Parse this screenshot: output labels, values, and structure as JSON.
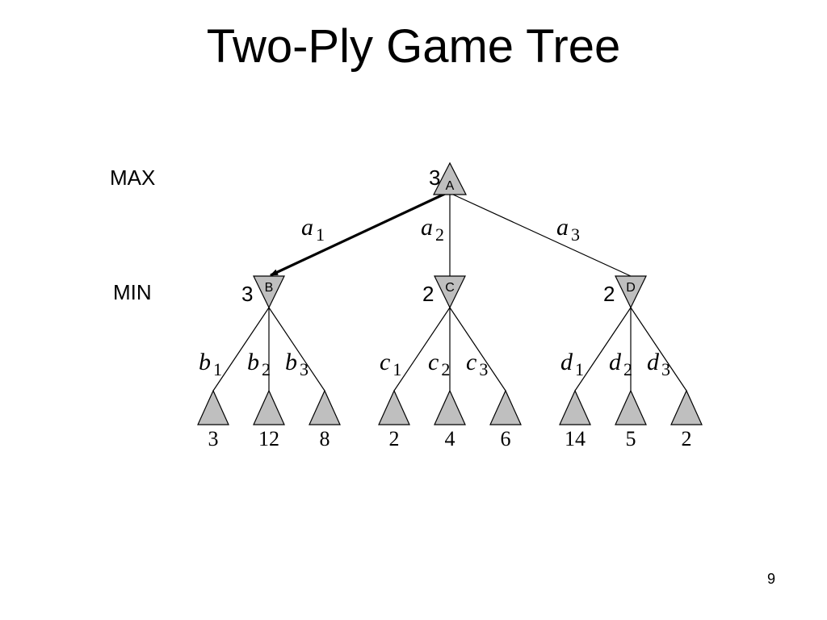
{
  "title": "Two-Ply Game Tree",
  "page_number": "9",
  "levels": {
    "max": "MAX",
    "min": "MIN"
  },
  "root": {
    "label": "A",
    "value": "3"
  },
  "min_nodes": [
    {
      "label": "B",
      "value": "3",
      "edge": {
        "letter": "a",
        "sub": "1"
      },
      "best_move": true
    },
    {
      "label": "C",
      "value": "2",
      "edge": {
        "letter": "a",
        "sub": "2"
      },
      "best_move": false
    },
    {
      "label": "D",
      "value": "2",
      "edge": {
        "letter": "a",
        "sub": "3"
      },
      "best_move": false
    }
  ],
  "leaf_groups": [
    [
      {
        "letter": "b",
        "sub": "1",
        "value": "3"
      },
      {
        "letter": "b",
        "sub": "2",
        "value": "12"
      },
      {
        "letter": "b",
        "sub": "3",
        "value": "8"
      }
    ],
    [
      {
        "letter": "c",
        "sub": "1",
        "value": "2"
      },
      {
        "letter": "c",
        "sub": "2",
        "value": "4"
      },
      {
        "letter": "c",
        "sub": "3",
        "value": "6"
      }
    ],
    [
      {
        "letter": "d",
        "sub": "1",
        "value": "14"
      },
      {
        "letter": "d",
        "sub": "2",
        "value": "5"
      },
      {
        "letter": "d",
        "sub": "3",
        "value": "2"
      }
    ]
  ],
  "colors": {
    "node_fill": "#bfbfbf",
    "stroke": "#000000",
    "background": "#ffffff"
  }
}
